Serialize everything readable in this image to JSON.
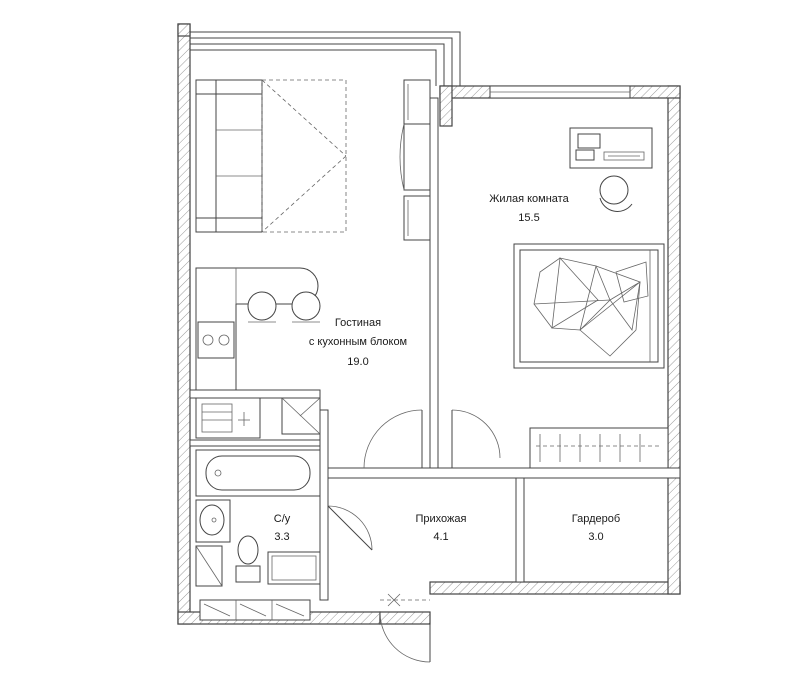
{
  "rooms": {
    "living": {
      "name": "Жилая комната",
      "area": "15.5"
    },
    "kitchen": {
      "name_line1": "Гостиная",
      "name_line2": "с кухонным блоком",
      "area": "19.0"
    },
    "bathroom": {
      "name": "С/у",
      "area": "3.3"
    },
    "hallway": {
      "name": "Прихожая",
      "area": "4.1"
    },
    "wardrobe": {
      "name": "Гардероб",
      "area": "3.0"
    }
  },
  "colors": {
    "line": "#444444",
    "background": "#ffffff"
  }
}
